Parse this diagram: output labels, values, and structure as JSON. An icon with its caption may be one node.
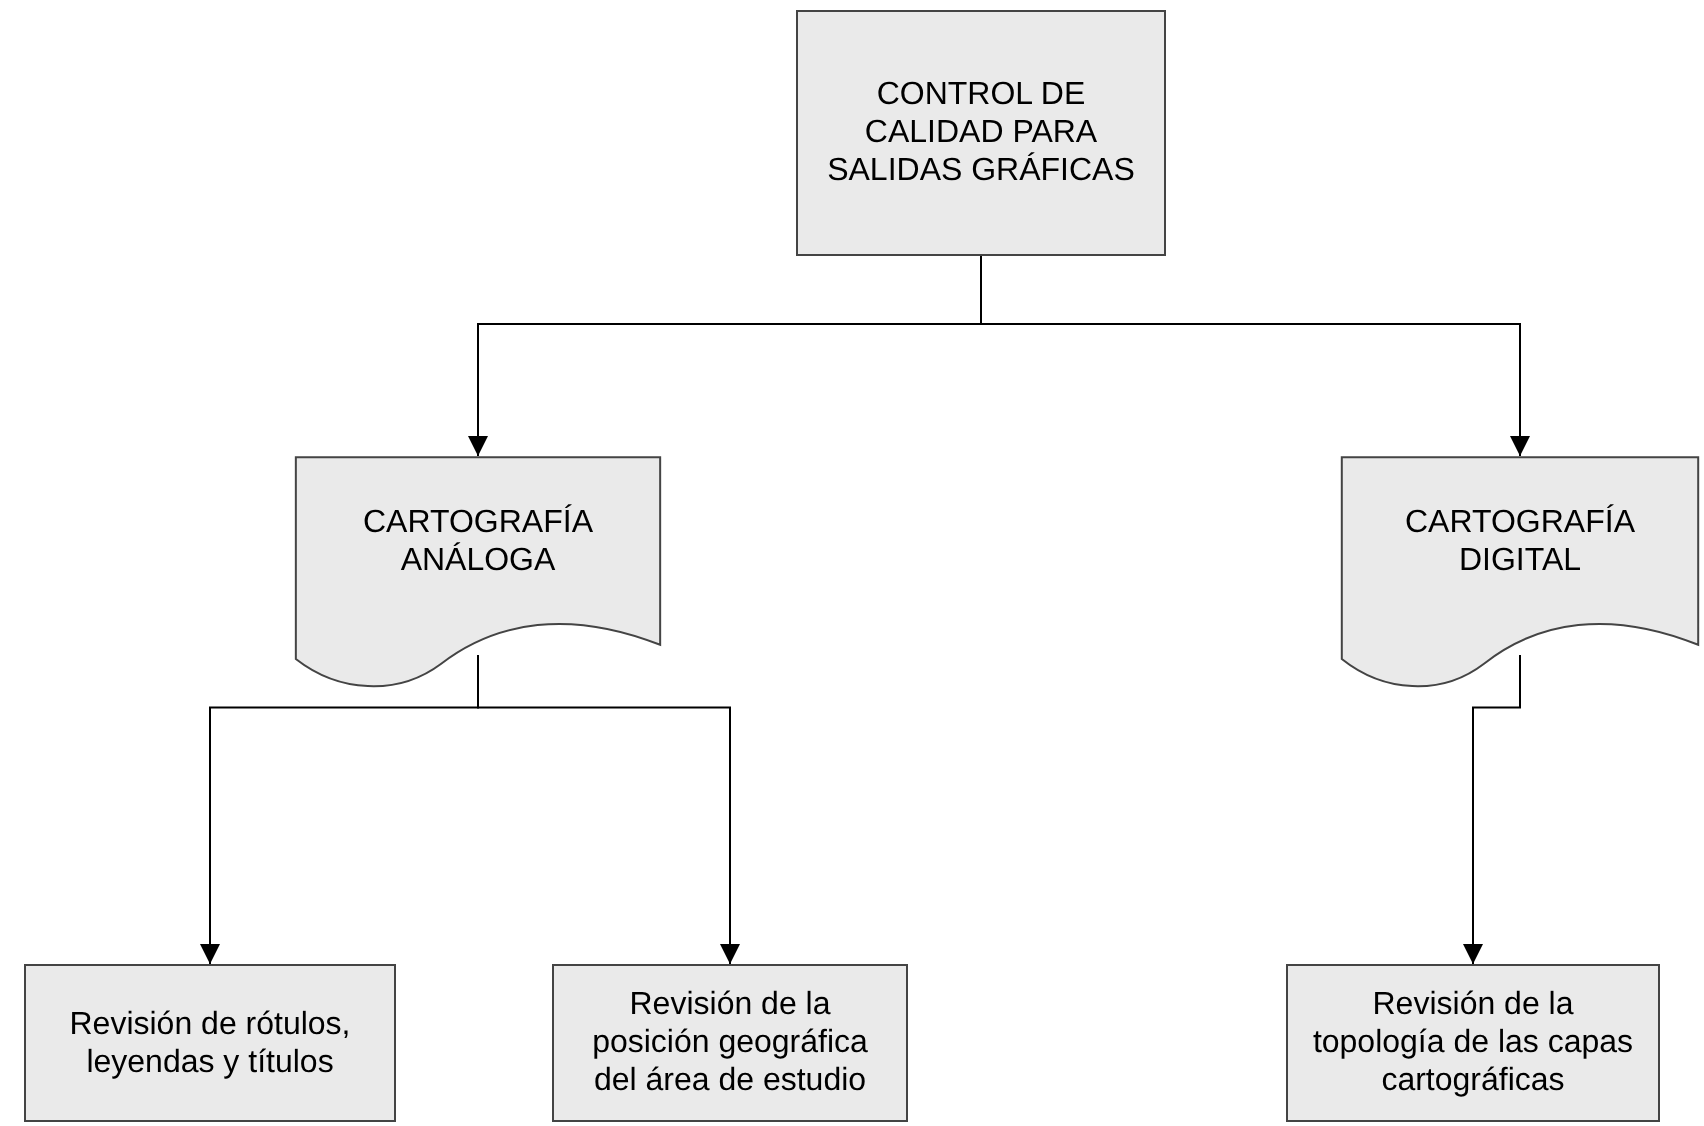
{
  "diagram": {
    "nodes": [
      {
        "text": [
          "CONTROL DE CALIDAD PARA SALIDAS GRÁFICAS"
        ]
      },
      {
        "text": [
          "CARTOGRAFÍA ANÁLOGA"
        ]
      },
      {
        "text": [
          "CARTOGRAFÍA DIGITAL"
        ]
      },
      {
        "text": [
          "Revisión de rótulos, leyendas y títulos"
        ]
      },
      {
        "text": [
          "Revisión de la posición geográfica del área de estudio"
        ]
      },
      {
        "text": [
          "Revisión de la topología de las capas cartográficas"
        ]
      }
    ],
    "edges": [
      {
        "from": 0,
        "to": 1,
        "arrow": "to"
      },
      {
        "from": 0,
        "to": 2,
        "arrow": "to"
      },
      {
        "from": 1,
        "to": 3,
        "arrow": "to"
      },
      {
        "from": 1,
        "to": 4,
        "arrow": "to"
      },
      {
        "from": 2,
        "to": 5,
        "arrow": "to"
      }
    ]
  }
}
